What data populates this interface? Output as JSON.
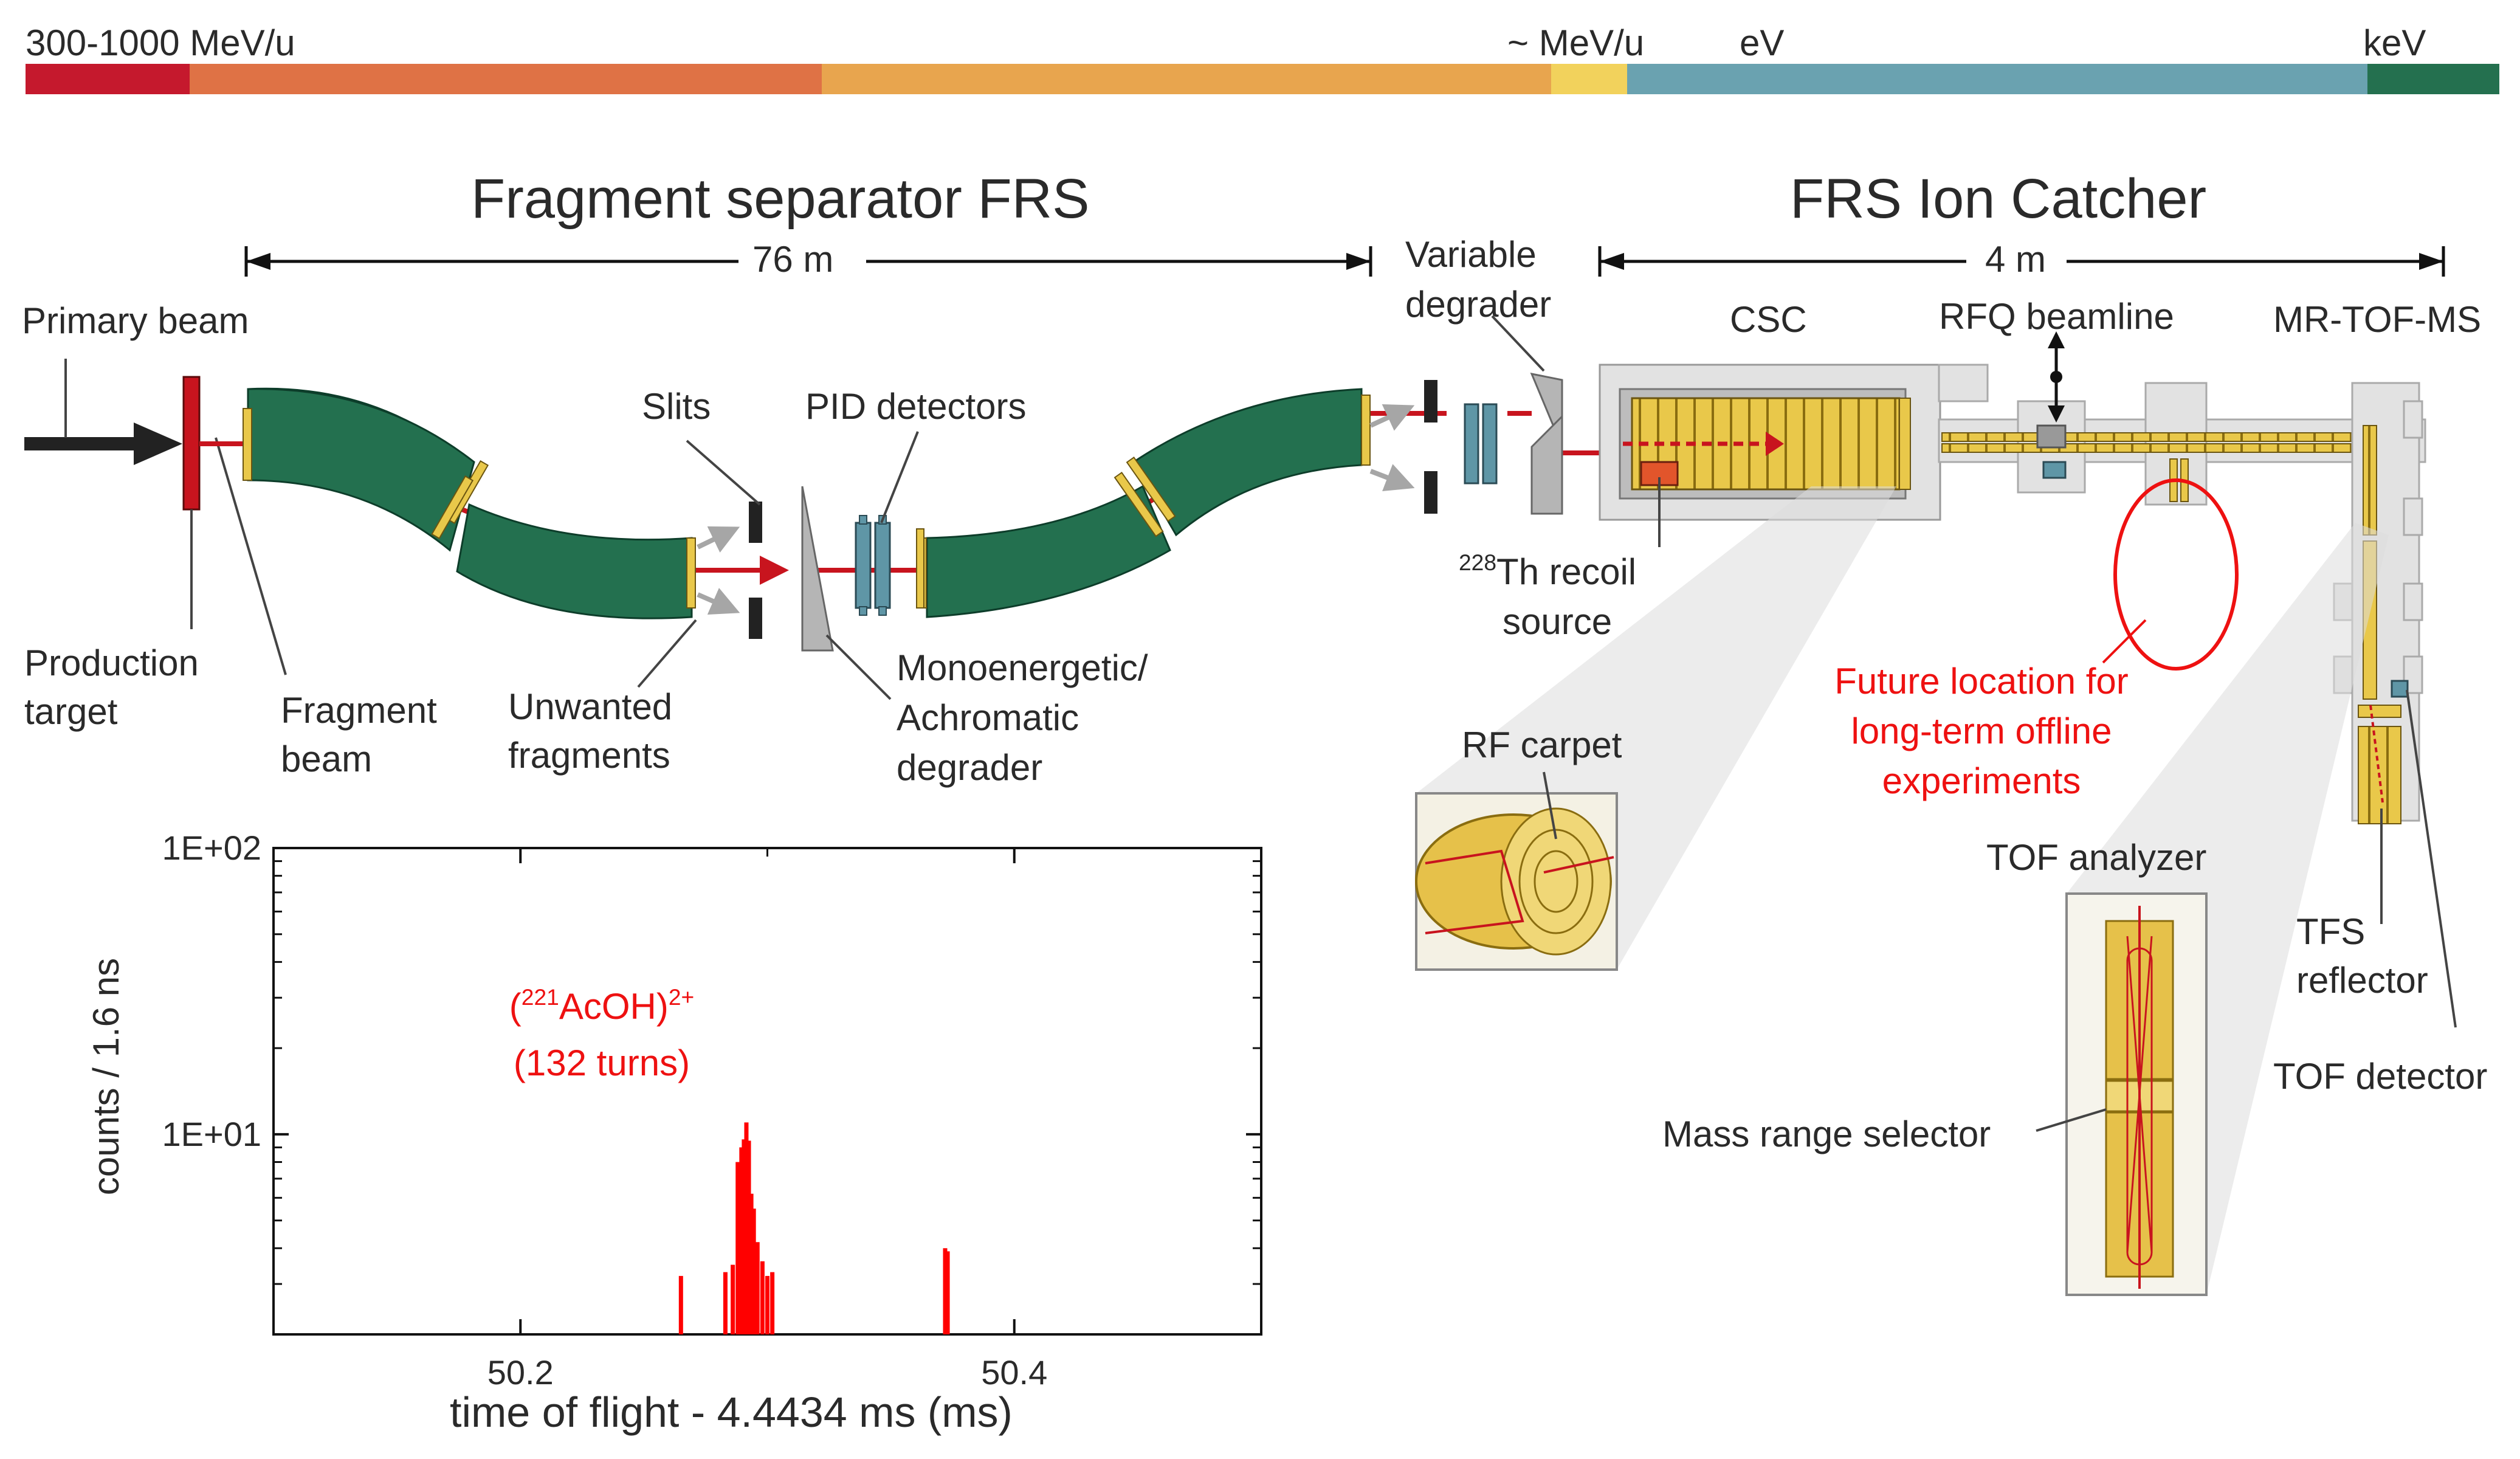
{
  "energy_scale": {
    "labels": {
      "high": "300-1000 MeV/u",
      "mev": "~ MeV/u",
      "ev": "eV",
      "kev": "keV"
    },
    "segments": [
      {
        "color": "#c5192d",
        "span": 270
      },
      {
        "color": "#df7245",
        "span": 1040
      },
      {
        "color": "#e8a54e",
        "span": 1200
      },
      {
        "color": "#f2d25c",
        "span": 125
      },
      {
        "color": "#6aa2b0",
        "span": 1218
      },
      {
        "color": "#24704f",
        "span": 217
      }
    ]
  },
  "sections": {
    "frs_title": "Fragment separator FRS",
    "frs_length": "76 m",
    "catcher_title": "FRS Ion Catcher",
    "catcher_length": "4 m"
  },
  "labels": {
    "primary_beam": "Primary beam",
    "production_target_1": "Production",
    "production_target_2": "target",
    "fragment_beam_1": "Fragment",
    "fragment_beam_2": "beam",
    "unwanted_1": "Unwanted",
    "unwanted_2": "fragments",
    "slits": "Slits",
    "pid": "PID detectors",
    "degrader_1": "Monoenergetic/",
    "degrader_2": "Achromatic",
    "degrader_3": "degrader",
    "variable_1": "Variable",
    "variable_2": "degrader",
    "recoil_iso": "228",
    "recoil_1": "Th recoil",
    "recoil_2": "source",
    "csc": "CSC",
    "rfq": "RFQ beamline",
    "mrtof": "MR-TOF-MS",
    "rf_carpet": "RF carpet",
    "future_1": "Future location for",
    "future_2": "long-term offline",
    "future_3": "experiments",
    "tof_analyzer": "TOF analyzer",
    "tfs_1": "TFS",
    "tfs_2": "reflector",
    "tof_detector": "TOF detector",
    "mass_range": "Mass range selector"
  },
  "colors": {
    "magnet": "#23704f",
    "beam": "#c8141e",
    "gold": "#e9c84a",
    "detector": "#5f96a6",
    "slit": "#222222",
    "grey": "#a6a6a6",
    "future": "#ee1111"
  },
  "chart_data": {
    "type": "line",
    "title": "",
    "xlabel": "time of flight - 4.4434 ms (ms)",
    "ylabel": "counts / 1.6 ns",
    "log_y": true,
    "xlim": [
      50.1,
      50.5
    ],
    "ylim": [
      2,
      100
    ],
    "xticks": [
      50.2,
      50.4
    ],
    "xtick_labels": [
      "50.2",
      "50.4"
    ],
    "yticks": [
      10,
      100
    ],
    "ytick_labels": [
      "1E+01",
      "1E+02"
    ],
    "annotation": {
      "prefix": "(",
      "iso": "221",
      "species": "AcOH)",
      "charge": "2+",
      "turns": "(132 turns)"
    },
    "series": [
      {
        "color": "#ff0000",
        "points": [
          [
            50.265,
            3.2
          ],
          [
            50.283,
            3.3
          ],
          [
            50.286,
            3.5
          ],
          [
            50.288,
            8.0
          ],
          [
            50.2895,
            9.0
          ],
          [
            50.2905,
            9.6
          ],
          [
            50.2915,
            11.0
          ],
          [
            50.2925,
            9.5
          ],
          [
            50.2935,
            6.2
          ],
          [
            50.2945,
            5.5
          ],
          [
            50.296,
            4.2
          ],
          [
            50.298,
            3.6
          ],
          [
            50.3,
            3.2
          ],
          [
            50.302,
            3.3
          ],
          [
            50.372,
            4.0
          ],
          [
            50.373,
            3.9
          ]
        ]
      }
    ]
  }
}
